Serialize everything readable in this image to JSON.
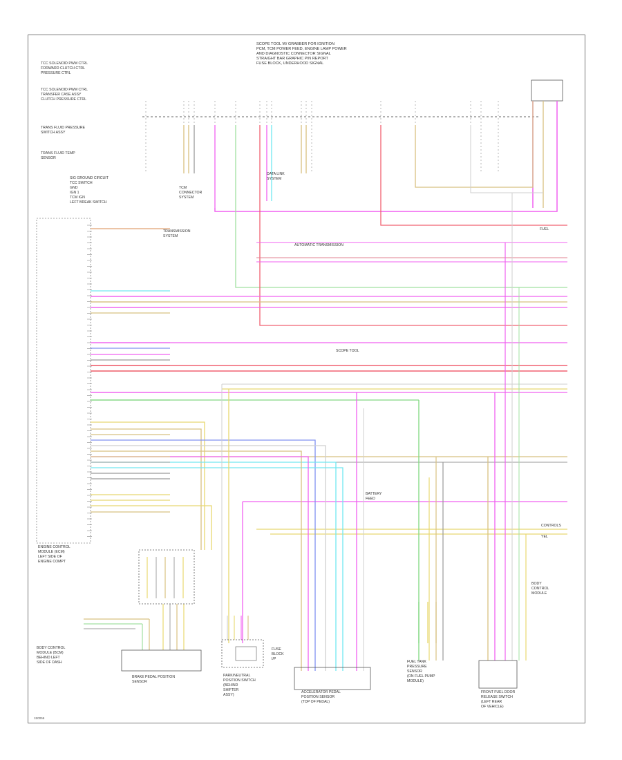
{
  "diagram": {
    "header_lines": [
      "SCOPE TOOL W/ GRABBER FOR IGNITION",
      "PCM, TCM POWER FEED, ENGINE LAMP POWER",
      "AND DIAGNOSTIC CONNECTOR SIGNAL",
      "STRAIGHT BAR GRAPHIC PIN REPORT",
      "FUSE BLOCK, UNDERHOOD SIGNAL"
    ],
    "left_notes": [
      "TCC SOLENOID PWM CTRL\nFORWARD CLUTCH CTRL\nPRESSURE CTRL",
      "TCC SOLENOID PWM CTRL\nTRANSFER CASE ASSY\nCLUTCH PRESSURE CTRL",
      "TRANS FLUID PRESSURE\nSWITCH ASSY",
      "TRANS FLUID TEMP\nSENSOR"
    ],
    "upper_left_block": "SIG GROUND CIRCUIT\nTCC SWITCH\nGND\nIGN 1\nTCM IGN\nLEFT BREAK SWITCH",
    "left_module": "ENGINE CONTROL\nMODULE (ECM)\nLEFT SIDE OF\nENGINE COMPT",
    "lower_left_module": "BODY CONTROL\nMODULE (BCM)\nBEHIND LEFT\nSIDE OF DASH",
    "bottom_modules": [
      "BRAKE PEDAL POSITION\nSENSOR",
      "PARK/NEUTRAL\nPOSITION SWITCH\n(BEHIND\nSHIFTER\nASSY)",
      "FUSE\nBLOCK\nI/P",
      "ACCELERATOR PEDAL\nPOSITION SENSOR\n(TOP OF PEDAL)",
      "FUEL TANK\nPRESSURE\nSENSOR\n(ON FUEL PUMP\nMODULE)",
      "FRONT FUEL DOOR\nRELEASE SWITCH\n(LEFT REAR\nOF VEHICLE)"
    ],
    "mid_labels": [
      "TRANSMISSION\nSYSTEM",
      "TCM\nCONNECTOR\nSYSTEM",
      "DATA LINK\nSYSTEM",
      "AUTOMATIC TRANSMISSION",
      "SCOPE TOOL"
    ],
    "right_labels": [
      "FUEL",
      "BODY\nCONTROL\nMODULE",
      "BATTERY\nFEED",
      "CONTROLS",
      "YEL"
    ],
    "footer_code": "150056"
  }
}
